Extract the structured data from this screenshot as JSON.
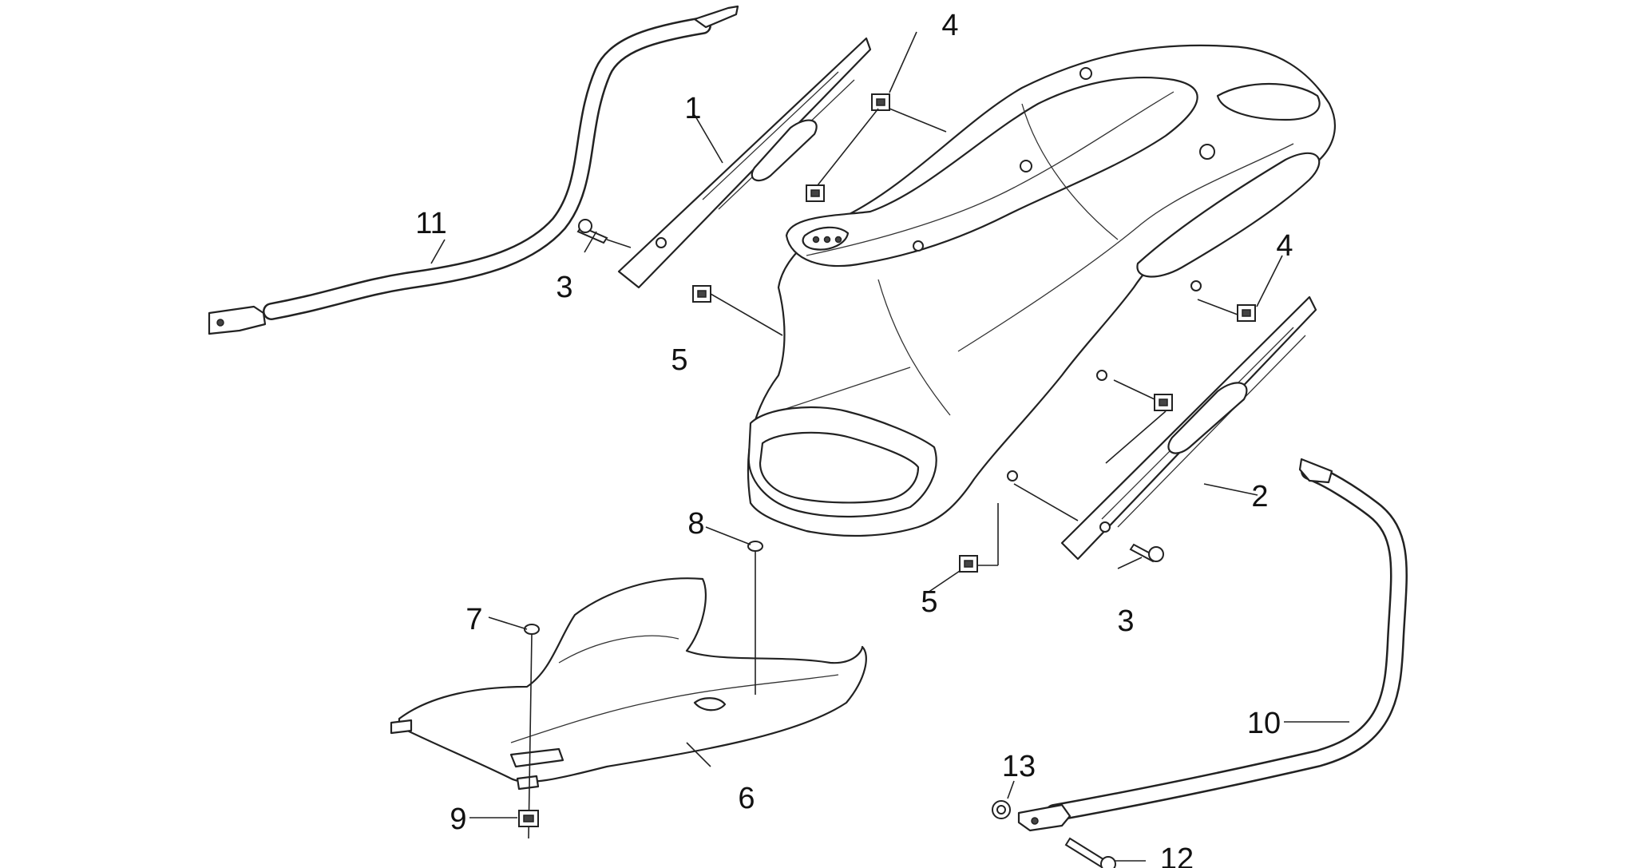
{
  "diagram": {
    "callouts": [
      {
        "id": "c1",
        "text": "1"
      },
      {
        "id": "c2",
        "text": "2"
      },
      {
        "id": "c3a",
        "text": "3"
      },
      {
        "id": "c3b",
        "text": "3"
      },
      {
        "id": "c4a",
        "text": "4"
      },
      {
        "id": "c4b",
        "text": "4"
      },
      {
        "id": "c5a",
        "text": "5"
      },
      {
        "id": "c5b",
        "text": "5"
      },
      {
        "id": "c6",
        "text": "6"
      },
      {
        "id": "c7",
        "text": "7"
      },
      {
        "id": "c8",
        "text": "8"
      },
      {
        "id": "c9",
        "text": "9"
      },
      {
        "id": "c10",
        "text": "10"
      },
      {
        "id": "c11",
        "text": "11"
      },
      {
        "id": "c12",
        "text": "12"
      },
      {
        "id": "c13",
        "text": "13"
      }
    ]
  }
}
